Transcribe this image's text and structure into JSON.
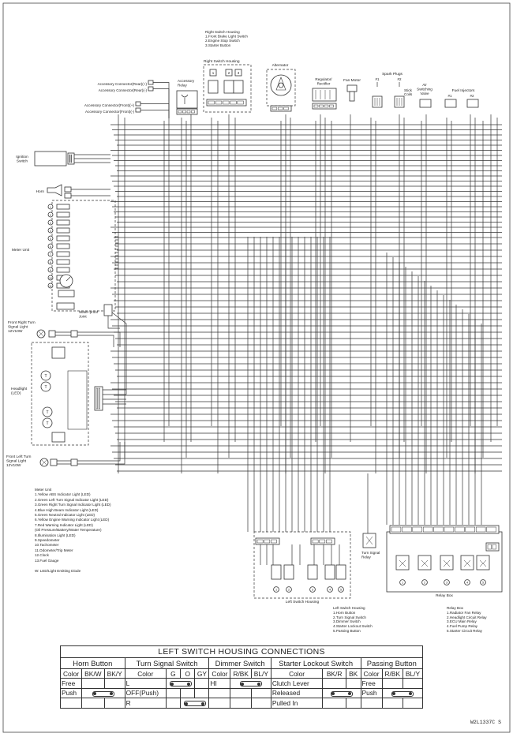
{
  "labels": {
    "rsh_title": [
      "Right Switch Housing",
      "1.Front Brake Light Switch",
      "2.Engine Stop Switch",
      "3.Starter Button"
    ],
    "rsh_box": "Right Switch Housing",
    "accessory_relay": [
      "Accessory",
      "Relay"
    ],
    "acc_rear_plus": "Accessory Connector(Rear)(+)",
    "acc_rear_minus": "Accessory Connector(Rear)(-)",
    "acc_front_plus": "Accessory Connector(Front)(+)",
    "acc_front_minus": "Accessory Connector(Front)(-)",
    "alternator": "Alternator",
    "regulator": [
      "Regulator/",
      "Rectifier"
    ],
    "fan_motor": "Fan Motor",
    "spark_plugs": "Spark Plugs",
    "plug1": "#1",
    "plug2": "#2",
    "stick_coils": [
      "Stick",
      "Coils"
    ],
    "air_valve": [
      "Air",
      "Switching",
      "Valve"
    ],
    "fuel_injectors": "Fuel Injectors",
    "inj1": "#1",
    "inj2": "#2",
    "ignition_switch": [
      "Ignition",
      "Switch"
    ],
    "horn": "Horn",
    "meter_unit": "Meter Unit",
    "waterproof_joint": [
      "Water-proof",
      "Joint"
    ],
    "front_right_turn": [
      "Front Right Turn",
      "Signal Light",
      "12V10W"
    ],
    "headlight": [
      "Headlight",
      "(LED)"
    ],
    "front_left_turn": [
      "Front Left Turn",
      "Signal Light",
      "12V10W"
    ],
    "turn_signal_relay": [
      "Turn Signal",
      "Relay"
    ],
    "relay_box": "Relay Box",
    "left_switch_housing": "Left Switch Housing",
    "drawing_code": "W2L1337C  S"
  },
  "meter_legend": [
    "Meter Unit",
    "1.Yellow ABS Indicator Light (LED)",
    "2.Green Left Turn Signal Indicator Light (LED)",
    "3.Green Right Turn Signal Indicator Light (LED)",
    "4.Blue High Beam Indicator Light (LED)",
    "5.Green Neutral Indicator Light (LED)",
    "6.Yellow Engine Warning Indicator Light (LED)",
    "7.Red Warning Indicator Light (LED)",
    "(Oil Pressure/Battery/Water Temperature)",
    "8.Illumination Light (LED)",
    "9.Speedometer",
    "10.Tachometer",
    "11.Odometer/Trip Meter",
    "12.Clock",
    "13.Fuel Gauge",
    "",
    "W: LED/Light Emitting Diode"
  ],
  "lsh_legend": [
    "Left Switch Housing",
    "1.Horn Button",
    "2.Turn Signal Switch",
    "3.Dimmer Switch",
    "4.Starter Lockout Switch",
    "5.Passing Button"
  ],
  "relay_legend": [
    "Relay Box",
    "1.Radiator Fan Relay",
    "2.Headlight Circuit Relay",
    "3.ECU Main Relay",
    "4.Fuel Pump Relay",
    "5.Starter Circuit Relay"
  ],
  "table": {
    "title": "LEFT SWITCH HOUSING CONNECTIONS",
    "groups": [
      "Horn Button",
      "Turn Signal Switch",
      "Dimmer Switch",
      "Starter Lockout Switch",
      "Passing Button"
    ],
    "header": [
      "Color",
      "BK/W",
      "BK/Y",
      "Color",
      "G",
      "O",
      "GY",
      "Color",
      "R/BK",
      "BL/Y",
      "Color",
      "BK/R",
      "BK",
      "Color",
      "R/BK",
      "BL/Y"
    ],
    "rows": [
      [
        "Free",
        "",
        "",
        "L",
        "",
        "",
        "",
        "HI",
        "",
        "",
        "Clutch Lever",
        "",
        "",
        "Free",
        "",
        ""
      ],
      [
        "Push",
        "",
        "",
        "OFF(Push)",
        "",
        "",
        "",
        "",
        "",
        "",
        "Released",
        "",
        "",
        "Push",
        "",
        ""
      ],
      [
        "",
        "",
        "",
        "R",
        "",
        "",
        "",
        "",
        "",
        "",
        "Pulled In",
        "",
        "",
        "",
        "",
        ""
      ]
    ]
  }
}
